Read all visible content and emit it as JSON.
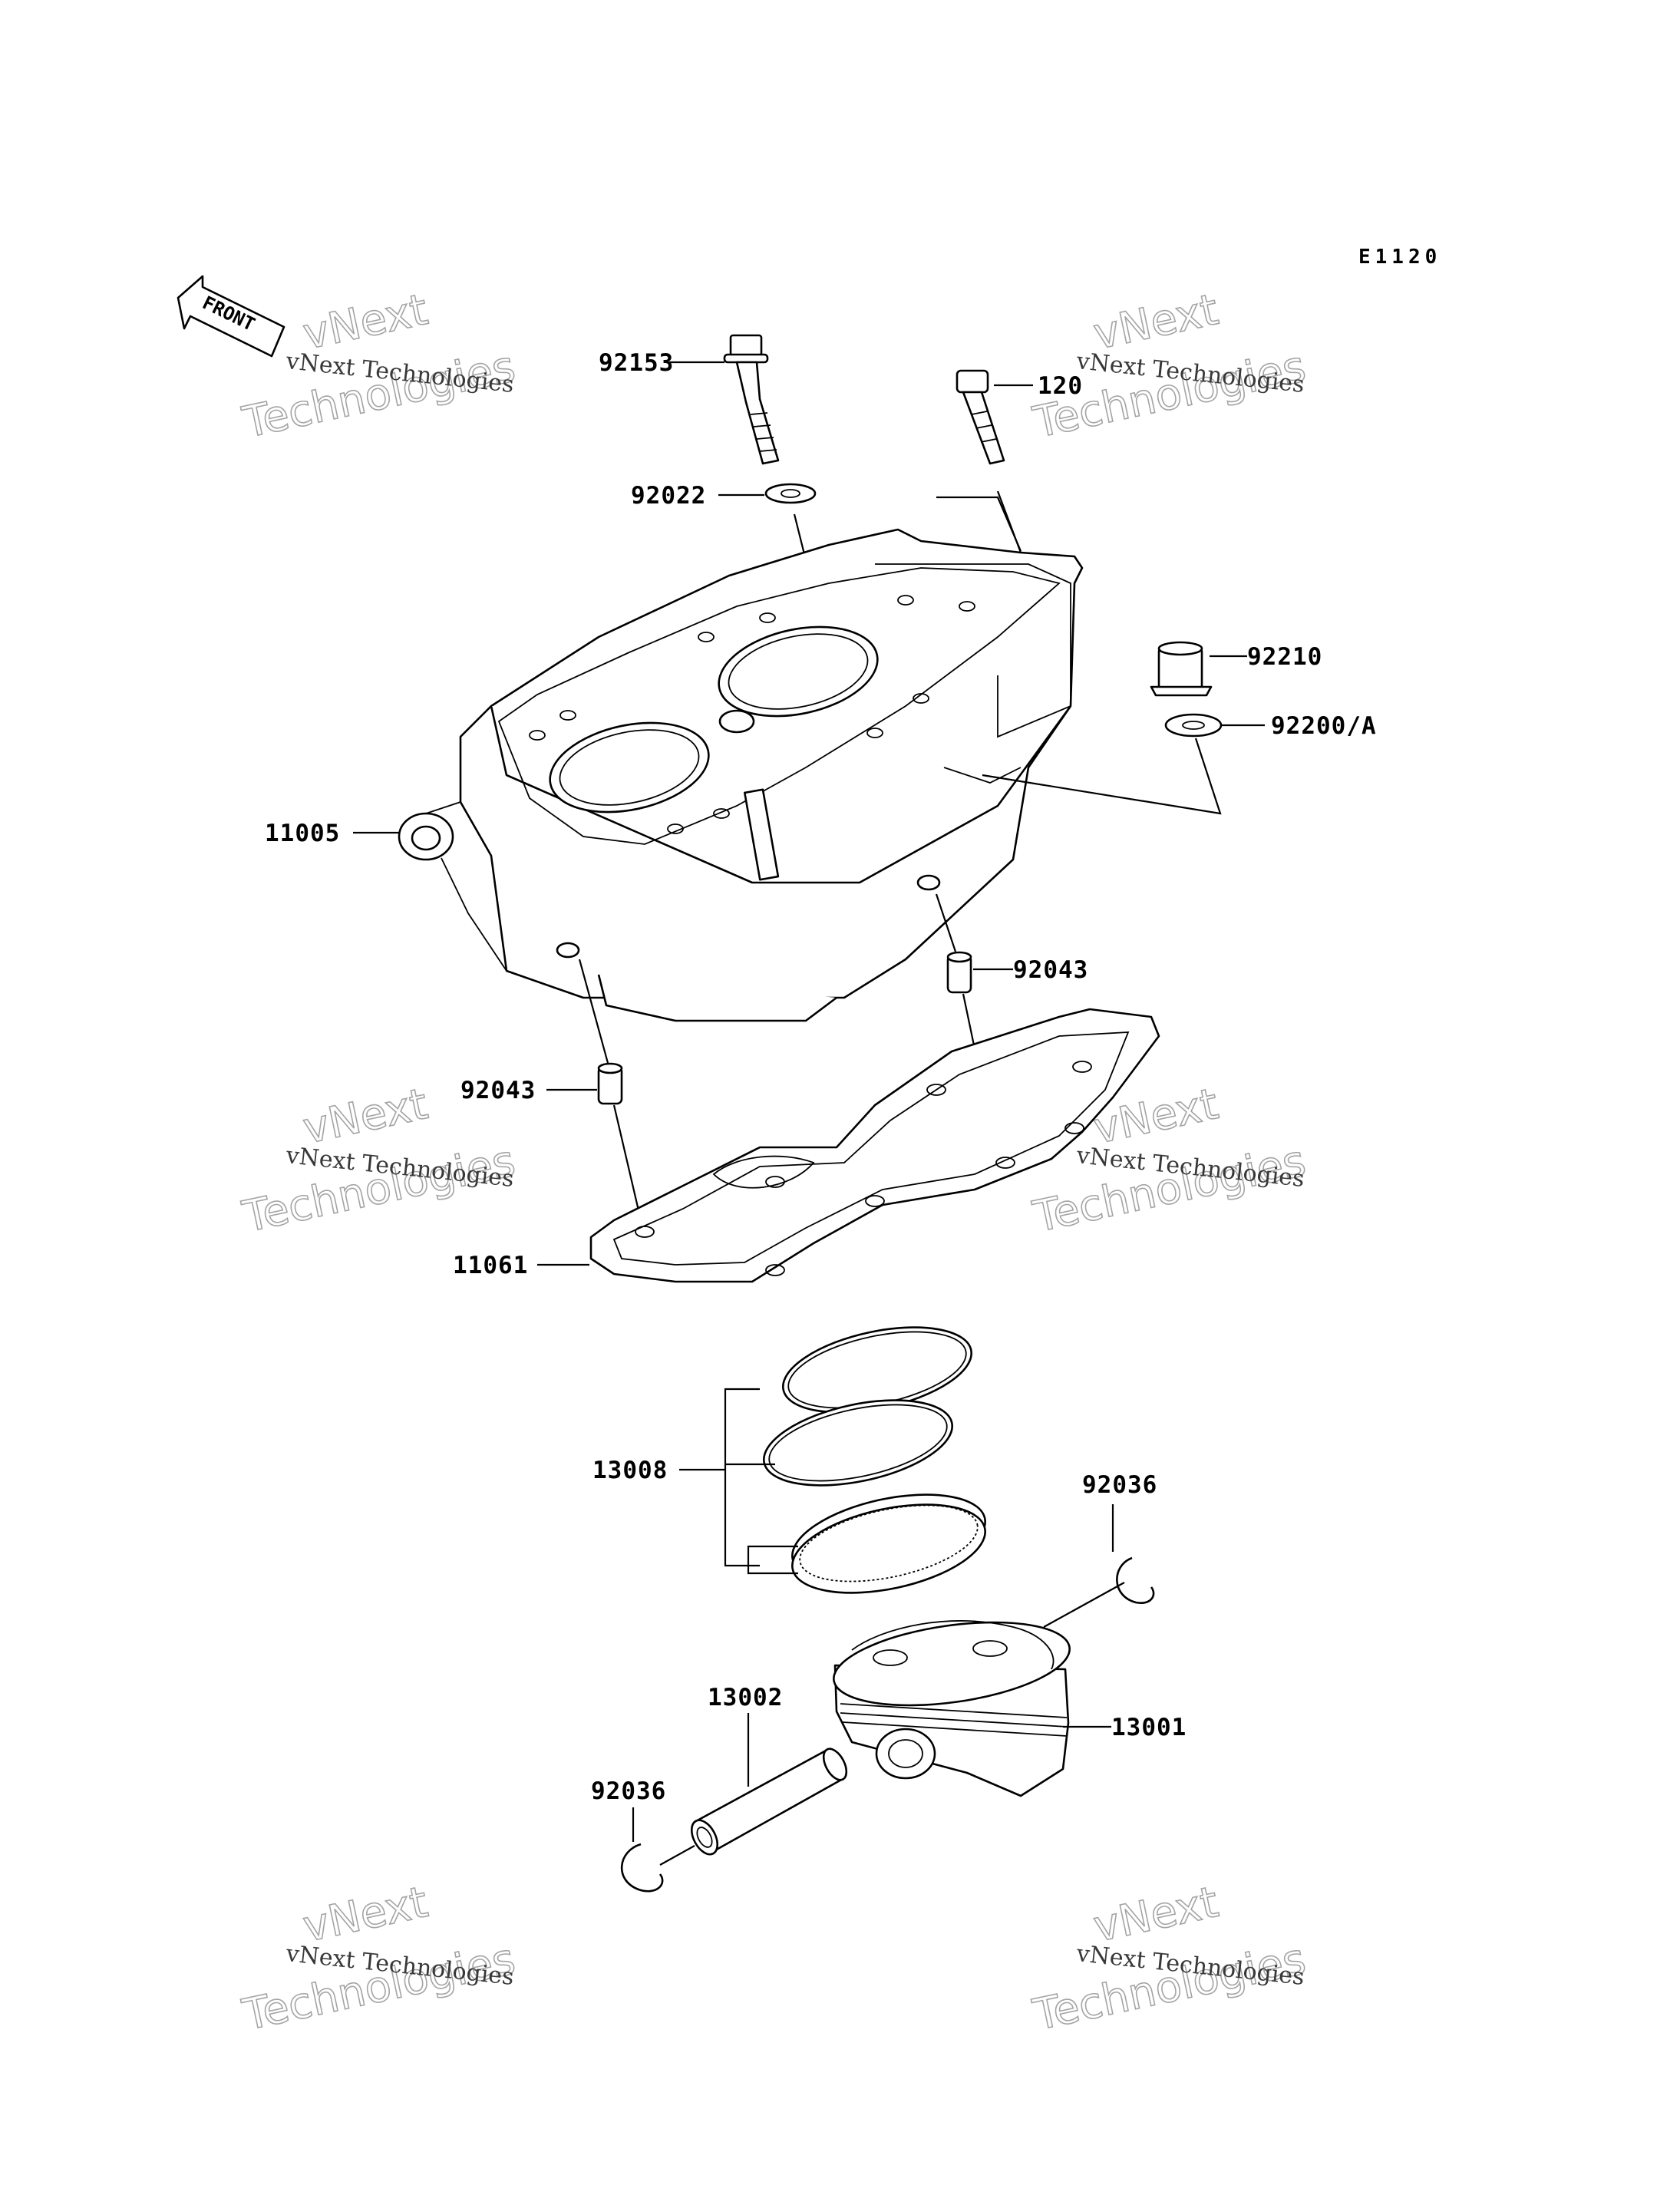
{
  "diagram_code": "E1120",
  "front_label": "FRONT",
  "watermark": {
    "line1": "vNext Technologies",
    "line2_a": "vNext",
    "line2_b": "Technologies"
  },
  "parts": {
    "p92153": "92153",
    "p120": "120",
    "p92022": "92022",
    "p92210": "92210",
    "p92200A": "92200/A",
    "p11005": "11005",
    "p92043_right": "92043",
    "p92043_left": "92043",
    "p11061": "11061",
    "p13008": "13008",
    "p92036_right": "92036",
    "p13002": "13002",
    "p13001": "13001",
    "p92036_left": "92036"
  }
}
